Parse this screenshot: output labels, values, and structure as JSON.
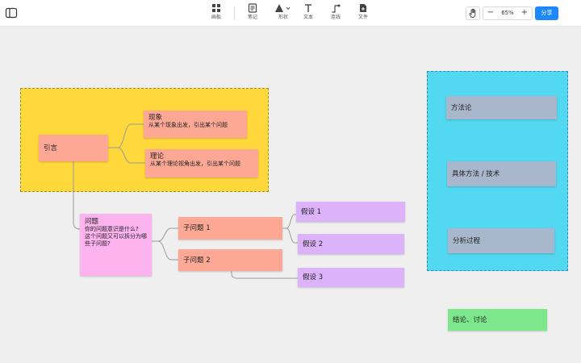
{
  "toolbar": {
    "tools": [
      {
        "id": "board",
        "label": "画板",
        "icon": "grid-icon"
      },
      {
        "id": "note",
        "label": "笔记",
        "icon": "note-icon"
      },
      {
        "id": "shape",
        "label": "形状",
        "icon": "triangle-icon"
      },
      {
        "id": "text",
        "label": "文本",
        "icon": "text-icon"
      },
      {
        "id": "connector",
        "label": "连线",
        "icon": "connector-icon"
      },
      {
        "id": "file",
        "label": "文件",
        "icon": "file-icon"
      }
    ],
    "zoom": "65%",
    "zoom_minus": "−",
    "zoom_plus": "+",
    "share_label": "分享"
  },
  "canvas": {
    "intro": {
      "title": "引言"
    },
    "phenomenon": {
      "title": "现象",
      "subtitle": "从某个现象出发，引出某个问题"
    },
    "theory": {
      "title": "理论",
      "subtitle": "从某个理论视角出发，引出某个问题"
    },
    "problem": {
      "title": "问题",
      "lines": [
        "你的问题意识是什么?",
        "这个问题又可以拆分为哪些子问题?"
      ]
    },
    "sub1": {
      "title": "子问题 1"
    },
    "sub2": {
      "title": "子问题 2"
    },
    "hyp1": {
      "title": "假设 1"
    },
    "hyp2": {
      "title": "假设 2"
    },
    "hyp3": {
      "title": "假设 3"
    },
    "methodology": {
      "title": "方法论"
    },
    "methods": {
      "title": "具体方法 / 技术"
    },
    "analysis": {
      "title": "分析过程"
    },
    "conclusion": {
      "title": "结论、讨论"
    }
  },
  "colors": {
    "accent": "#1e88ff",
    "frame_yellow": "#ffd83c",
    "frame_cyan": "#53d8f2",
    "card_salmon": "#fda895",
    "card_pink": "#fdb3ee",
    "card_purple": "#dcb2fb",
    "card_slate": "#a8b7cb",
    "card_green": "#7de78b"
  }
}
